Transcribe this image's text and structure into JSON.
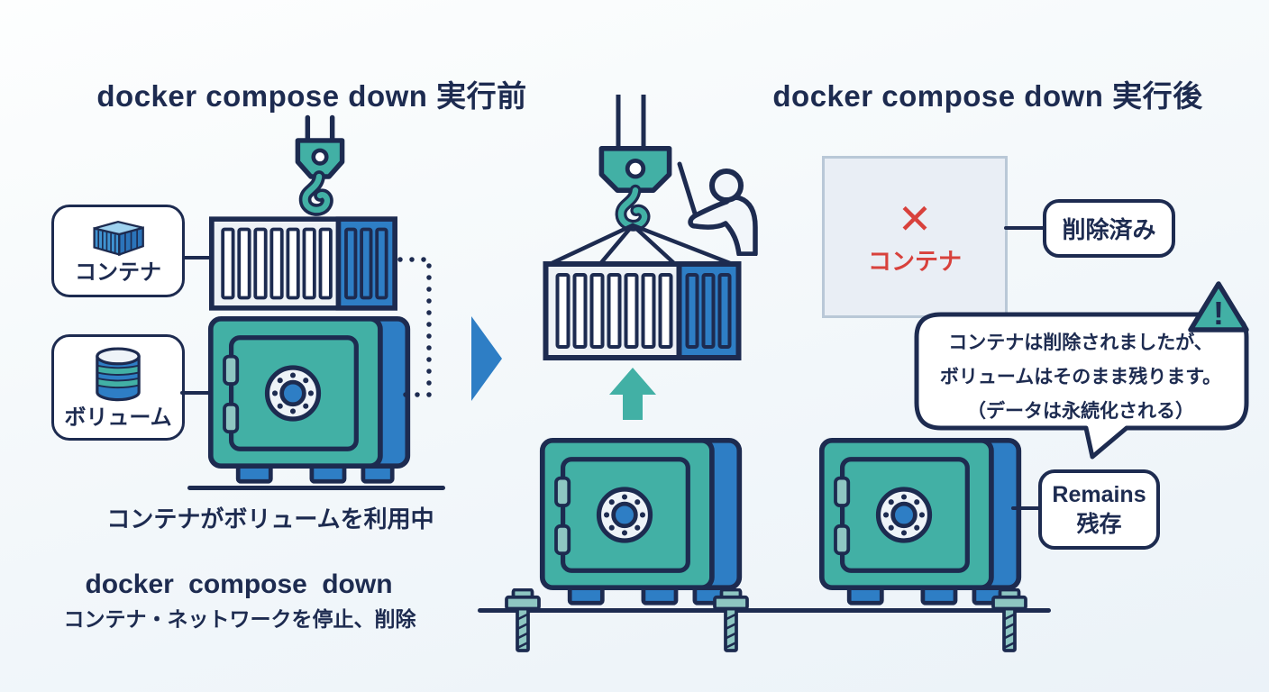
{
  "colors": {
    "background": "#f4f8fb",
    "outline_navy": "#1d2b50",
    "teal": "#42b0a5",
    "teal_light": "#8ec6c2",
    "blue": "#2e7ec5",
    "red": "#d8413c",
    "container_body": "#edf1f6",
    "deleted_box_bg": "#e9eef5",
    "deleted_box_border": "#b9c8d7"
  },
  "icons": {
    "container_icon": "3d-shipping-container",
    "volume_icon": "database-cylinder",
    "crane_hook_icon": "crane-hook",
    "operator_icon": "person-with-signal-wand",
    "safe_icon": "safe-vault",
    "bolt_icon": "anchor-bolt",
    "warning_icon": "warning-triangle",
    "deleted_icon": "x-mark",
    "transition_arrow": "right-triangle-arrow",
    "lift_arrow": "up-arrow"
  },
  "left": {
    "title": "docker compose down 実行前",
    "container_label": "コンテナ",
    "volume_label": "ボリューム",
    "caption": "コンテナがボリュームを利用中",
    "command": "docker compose down",
    "command_desc": "コンテナ・ネットワークを停止、削除"
  },
  "right": {
    "title": "docker compose down 実行後",
    "deleted_mark": "✕",
    "deleted_label": "コンテナ",
    "deleted_badge": "削除済み",
    "note_lines": [
      "コンテナは削除されましたが、",
      "ボリュームはそのまま残ります。",
      "（データは永続化される）"
    ],
    "warning_mark": "!",
    "remains_en": "Remains",
    "remains_ja": "残存"
  }
}
